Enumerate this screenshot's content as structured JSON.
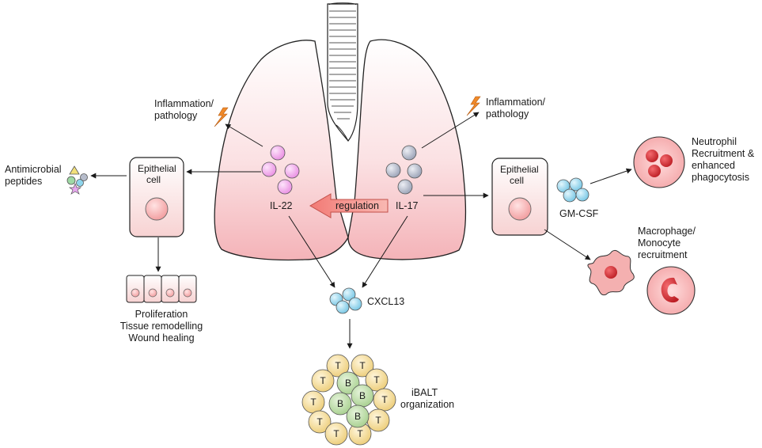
{
  "labels": {
    "inflammation_left": [
      "Inflammation/",
      "pathology"
    ],
    "inflammation_right": [
      "Inflammation/",
      "pathology"
    ],
    "antimicrobial": [
      "Antimicrobial",
      "peptides"
    ],
    "epithelial_left": [
      "Epithelial",
      "cell"
    ],
    "epithelial_right": [
      "Epithelial",
      "cell"
    ],
    "il22": "IL-22",
    "il17": "IL-17",
    "regulation": "regulation",
    "gmcsf": "GM-CSF",
    "neutrophil": [
      "Neutrophil",
      "Recruitment &",
      "enhanced",
      "phagocytosis"
    ],
    "macrophage": [
      "Macrophage/",
      "Monocyte",
      "recruitment"
    ],
    "cxcl13": "CXCL13",
    "proliferation": [
      "Proliferation",
      "Tissue remodelling",
      "Wound healing"
    ],
    "ibalt": [
      "iBALT",
      "organization"
    ],
    "t_letter": "T",
    "b_letter": "B"
  },
  "colors": {
    "lung_pink": "#f6b9bd",
    "il22_ball": "#f0a8ea",
    "il17_ball": "#b6bccb",
    "blue_ball": "#8fd5ec",
    "regulation_arrow": "#f08c86",
    "t_cell": "#f4dc95",
    "b_cell": "#b8dba0",
    "neutrophil_red": "#d42a30"
  },
  "icons": [
    "lightning-bolt-icon",
    "antimicrobial-peptide-icon",
    "epithelial-cell-icon",
    "neutrophil-icon",
    "macrophage-icon",
    "monocyte-icon",
    "trachea-icon"
  ]
}
